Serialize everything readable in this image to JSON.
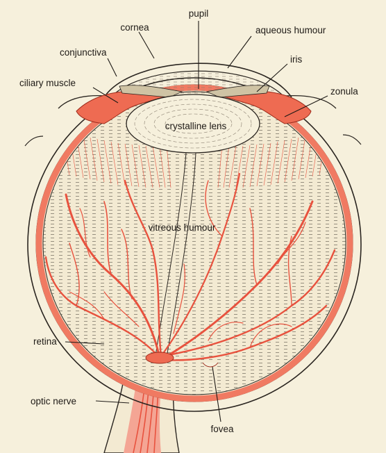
{
  "labels": {
    "pupil": "pupil",
    "cornea": "cornea",
    "aqueous_humour": "aqueous humour",
    "conjunctiva": "conjunctiva",
    "iris": "iris",
    "ciliary_muscle": "ciliary muscle",
    "zonula": "zonula",
    "crystalline_lens": "crystalline lens",
    "vitreous_humour": "vitreous humour",
    "retina": "retina",
    "optic_nerve": "optic nerve",
    "fovea": "fovea"
  },
  "colors": {
    "background": "#f6f0dc",
    "vessel_red": "#e8523e",
    "retina_red": "#f07a62",
    "ink": "#1e1a16"
  }
}
